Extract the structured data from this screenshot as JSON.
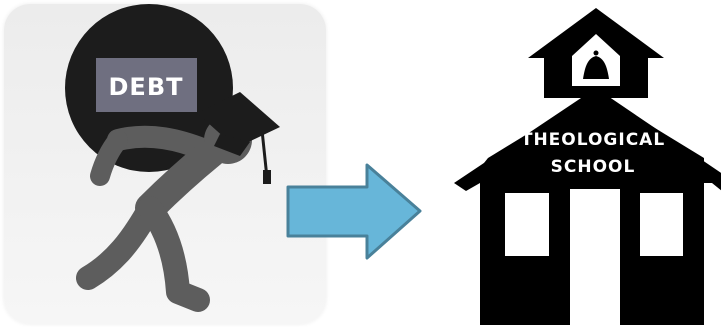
{
  "debt_figure": {
    "weight_label": "DEBT"
  },
  "school": {
    "sign_line_1": "THEOLOGICAL",
    "sign_line_2": "SCHOOL"
  },
  "colors": {
    "figure_gray": "#5d5d5d",
    "ball_black": "#1c1c1c",
    "label_box": "#6f6f80",
    "arrow_fill": "#67b6d9",
    "arrow_stroke": "#49819a",
    "school_black": "#000000"
  }
}
